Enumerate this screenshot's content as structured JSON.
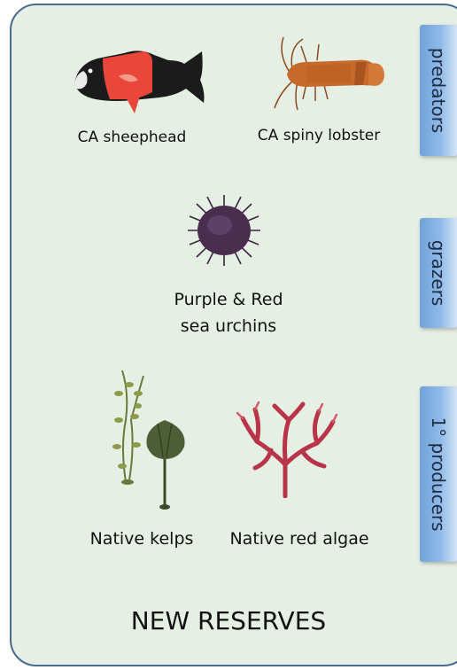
{
  "tabs": {
    "predators": "predators",
    "grazers": "grazers",
    "producers": "1° producers"
  },
  "species": {
    "sheephead": "CA sheephead",
    "lobster": "CA spiny lobster",
    "urchin_line1": "Purple & Red",
    "urchin_line2": "sea urchins",
    "kelps": "Native kelps",
    "red_algae": "Native red algae"
  },
  "title": "NEW RESERVES",
  "colors": {
    "card_bg": "#e6efe3",
    "card_border": "#4a6a8f",
    "tab_blue": "#7fb0e2"
  }
}
